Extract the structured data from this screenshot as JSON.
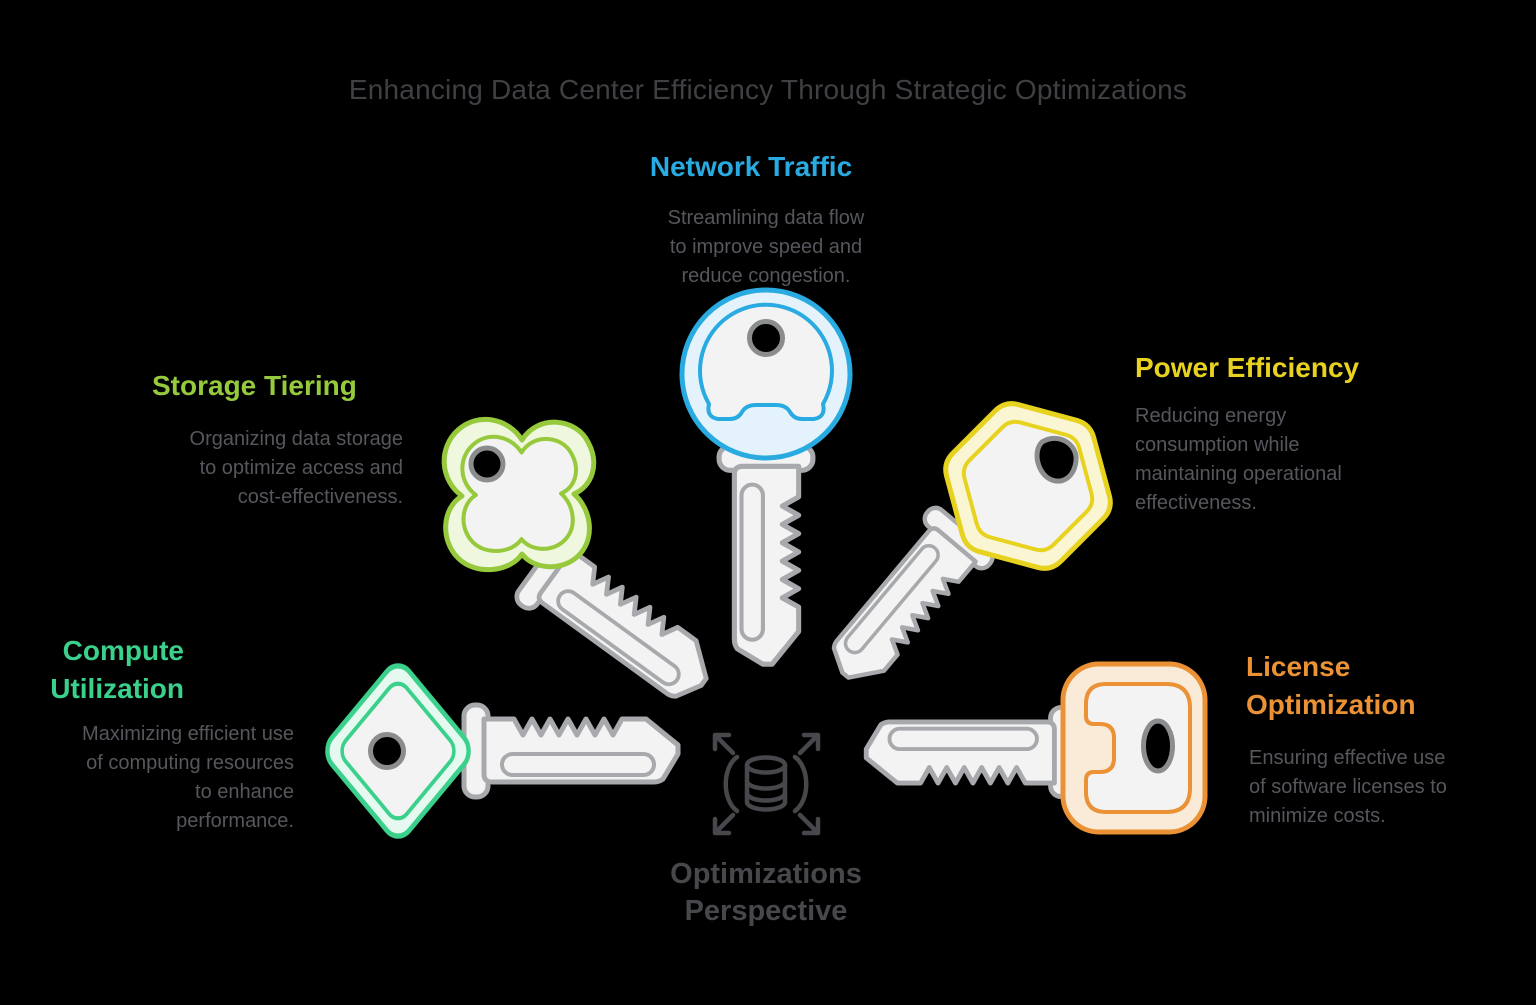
{
  "title": "Enhancing Data Center Efficiency Through Strategic Optimizations",
  "center": {
    "icon": "database-expand-icon",
    "label_lines": [
      "Optimizations",
      "Perspective"
    ]
  },
  "sections": {
    "network": {
      "label": "Network Traffic",
      "desc": [
        "Streamlining data flow",
        "to improve speed and",
        "reduce congestion."
      ]
    },
    "storage": {
      "label": "Storage Tiering",
      "desc": [
        "Organizing data storage",
        "to optimize access and",
        "cost-effectiveness."
      ]
    },
    "power": {
      "label": "Power Efficiency",
      "desc": [
        "Reducing energy",
        "consumption while",
        "maintaining operational",
        "effectiveness."
      ]
    },
    "compute": {
      "label_lines": [
        "Compute",
        "Utilization"
      ],
      "desc": [
        "Maximizing efficient use",
        "of computing resources",
        "to enhance",
        "performance."
      ]
    },
    "license": {
      "label_lines": [
        "License",
        "Optimization"
      ],
      "desc": [
        "Ensuring effective use",
        "of software licenses to",
        "minimize costs."
      ]
    }
  },
  "palette": {
    "background": "#000000",
    "title_text": "#3E4043",
    "body_text": "#55575C",
    "center_text": "#46484B",
    "icon_stroke": "#46484B",
    "shaft_stroke": "#A7A9AC",
    "shaft_fill": "#F3F3F3",
    "hole_ring": "#8A8C8E",
    "hole_fill": "#000000",
    "blue": "#29ABE2",
    "blue_fill": "#E4F3FB",
    "green": "#97C93D",
    "green_fill": "#F0F7DF",
    "yellow": "#E8D220",
    "yellow_fill": "#FAF6D3",
    "mint": "#3BD08B",
    "mint_fill": "#E6F9F0",
    "orange": "#EA9235",
    "orange_fill": "#FAEBD8"
  }
}
